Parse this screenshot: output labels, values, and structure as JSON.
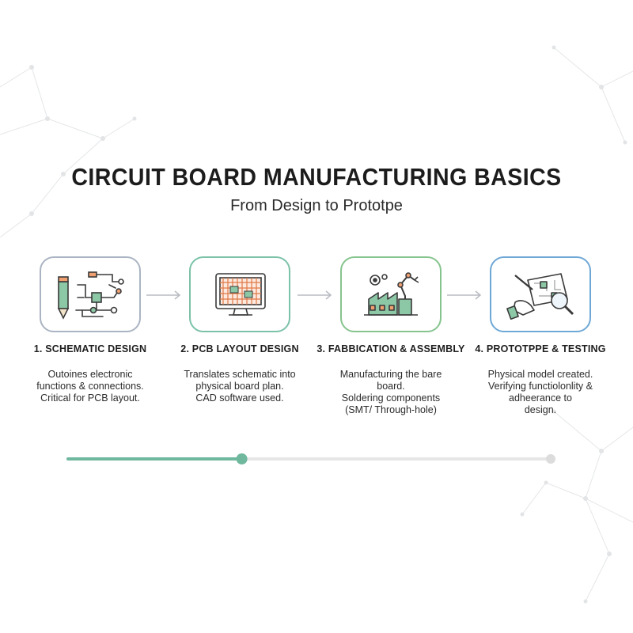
{
  "title": "CIRCUIT BOARD MANUFACTURING BASICS",
  "subtitle": "From Design to Prototpe",
  "steps": [
    {
      "label": "1. SCHEMATIC DESIGN",
      "icon": "schematic-pencil-icon",
      "border_color": "#aab4c2",
      "desc": [
        "Outoines electronic",
        "functions & connections.",
        "Critical for PCB layout."
      ]
    },
    {
      "label": "2. PCB LAYOUT DESIGN",
      "icon": "monitor-pcb-icon",
      "border_color": "#7cc2a8",
      "desc": [
        "Translates schematic into",
        "physical board plan.",
        "CAD software used."
      ]
    },
    {
      "label": "3. FABBICATION & ASSEMBLY",
      "icon": "factory-robot-arm-icon",
      "border_color": "#86c48e",
      "desc": [
        "Manufacturing the bare",
        "board.",
        "Soldering components",
        "(SMT/ Through-hole)"
      ]
    },
    {
      "label": "4. PROTOTPPE & TESTING",
      "icon": "magnifier-hand-icon",
      "border_color": "#6fa8d6",
      "desc": [
        "Physical model created.",
        "Verifying functiolonlity &",
        "adheerance to",
        "design."
      ]
    }
  ],
  "progress": {
    "fraction": 0.36,
    "fill_color": "#6fb89e",
    "track_color": "#e6e6e6"
  }
}
